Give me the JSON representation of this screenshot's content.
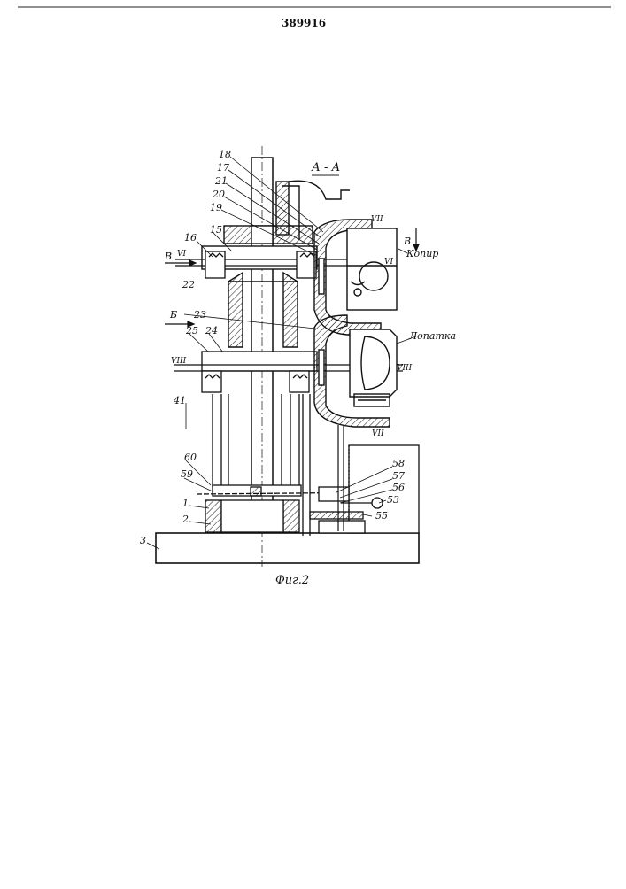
{
  "patent_number": "389916",
  "section_label": "А - А",
  "figure_caption": "Фиг.2",
  "words": {
    "kopir": "Копир",
    "lopatka": "Лопатка"
  },
  "sections": {
    "b_upper": "В",
    "b_right": "В",
    "be": "Б"
  },
  "romans": {
    "vi_left": "VI",
    "vi_right": "VI",
    "vii_top": "VII",
    "vii_bottom": "VII",
    "viii_left": "VIII",
    "viii_right": "VIII"
  },
  "callouts": {
    "n18": "18",
    "n17": "17",
    "n21": "21",
    "n20": "20",
    "n19": "19",
    "n16": "16",
    "n15": "15",
    "n22": "22",
    "n23": "23",
    "n25": "25",
    "n24": "24",
    "n41": "41",
    "n60": "60",
    "n59": "59",
    "n58": "58",
    "n57": "57",
    "n56": "56",
    "n53": "53",
    "n55": "55",
    "n1": "1",
    "n2": "2",
    "n3": "3"
  }
}
